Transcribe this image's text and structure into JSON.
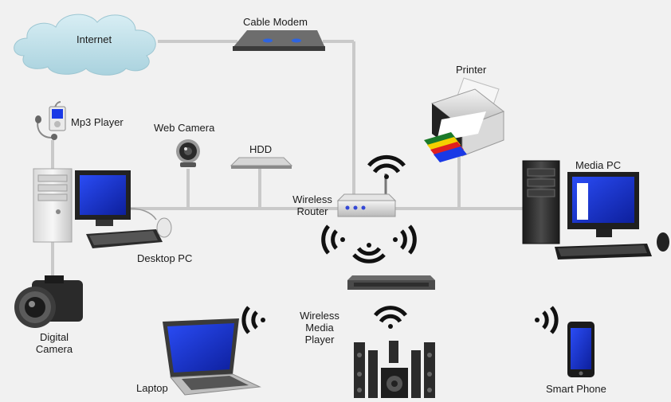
{
  "labels": {
    "internet": "Internet",
    "cable_modem": "Cable Modem",
    "printer": "Printer",
    "mp3_player": "Mp3 Player",
    "web_camera": "Web Camera",
    "hdd": "HDD",
    "media_pc": "Media PC",
    "wireless_router_line1": "Wireless",
    "wireless_router_line2": "Router",
    "desktop_pc": "Desktop PC",
    "digital_camera_line1": "Digital",
    "digital_camera_line2": "Camera",
    "wireless_media_player_line1": "Wireless",
    "wireless_media_player_line2": "Media",
    "wireless_media_player_line3": "Player",
    "laptop": "Laptop",
    "smart_phone": "Smart Phone"
  },
  "colors": {
    "background": "#f1f1f1",
    "cable": "#c9c9c9",
    "cloud": "#b9dbe6",
    "screen_blue": "#1a39e6",
    "device_dark": "#2b2b2b",
    "router_led": "#3347d6"
  }
}
